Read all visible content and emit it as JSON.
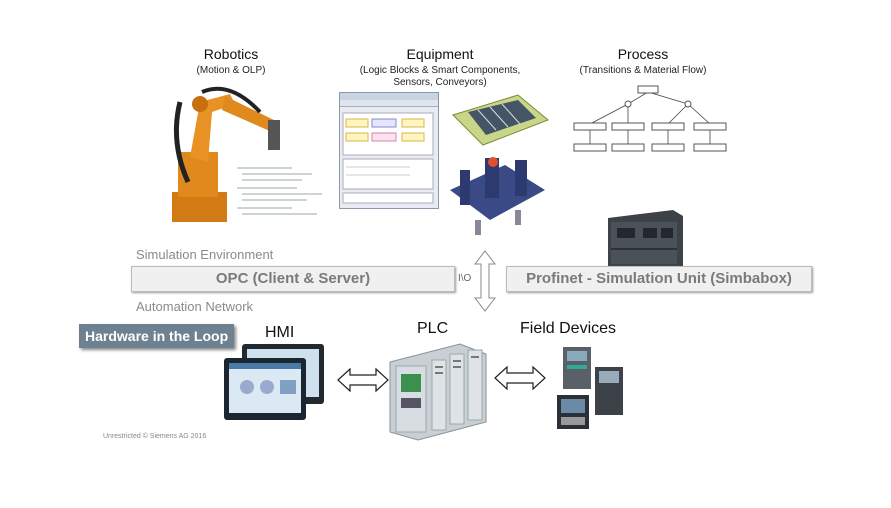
{
  "robotics": {
    "title": "Robotics",
    "subtitle": "(Motion & OLP)"
  },
  "equipment": {
    "title": "Equipment",
    "subtitle_1": "(Logic Blocks & Smart Components,",
    "subtitle_2": "Sensors, Conveyors)"
  },
  "process": {
    "title": "Process",
    "subtitle": "(Transitions & Material Flow)"
  },
  "simulation_env_label": "Simulation Environment",
  "opc_bar": "OPC (Client & Server)",
  "io_label": "I\\O",
  "profinet_bar": "Profinet - Simulation Unit (Simbabox)",
  "automation_network_label": "Automation Network",
  "hardware_loop": "Hardware in the Loop",
  "hmi_label": "HMI",
  "plc_label": "PLC",
  "field_devices_label": "Field Devices",
  "footer": "Unrestricted © Siemens AG 2016",
  "colors": {
    "robot_orange": "#e08a1e",
    "hil_bg": "#6d8191",
    "bar_bg": "#f0f0f0",
    "plc_grey": "#c9cfd4",
    "hmi_screen": "#1c2630"
  }
}
